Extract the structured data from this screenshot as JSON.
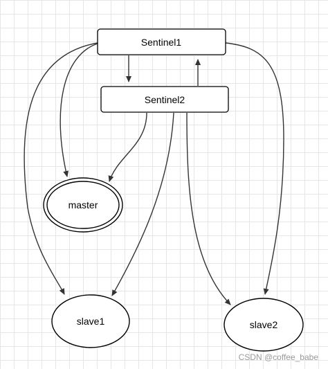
{
  "diagram": {
    "nodes": {
      "sentinel1": {
        "label": "Sentinel1"
      },
      "sentinel2": {
        "label": "Sentinel2"
      },
      "master": {
        "label": "master"
      },
      "slave1": {
        "label": "slave1"
      },
      "slave2": {
        "label": "slave2"
      }
    },
    "edges": [
      {
        "from": "sentinel1",
        "to": "sentinel2"
      },
      {
        "from": "sentinel2",
        "to": "sentinel1"
      },
      {
        "from": "sentinel1",
        "to": "master"
      },
      {
        "from": "sentinel1",
        "to": "slave1"
      },
      {
        "from": "sentinel1",
        "to": "slave2"
      },
      {
        "from": "sentinel2",
        "to": "master"
      },
      {
        "from": "sentinel2",
        "to": "slave1"
      },
      {
        "from": "sentinel2",
        "to": "slave2"
      }
    ]
  },
  "watermark": "CSDN @coffee_babe"
}
